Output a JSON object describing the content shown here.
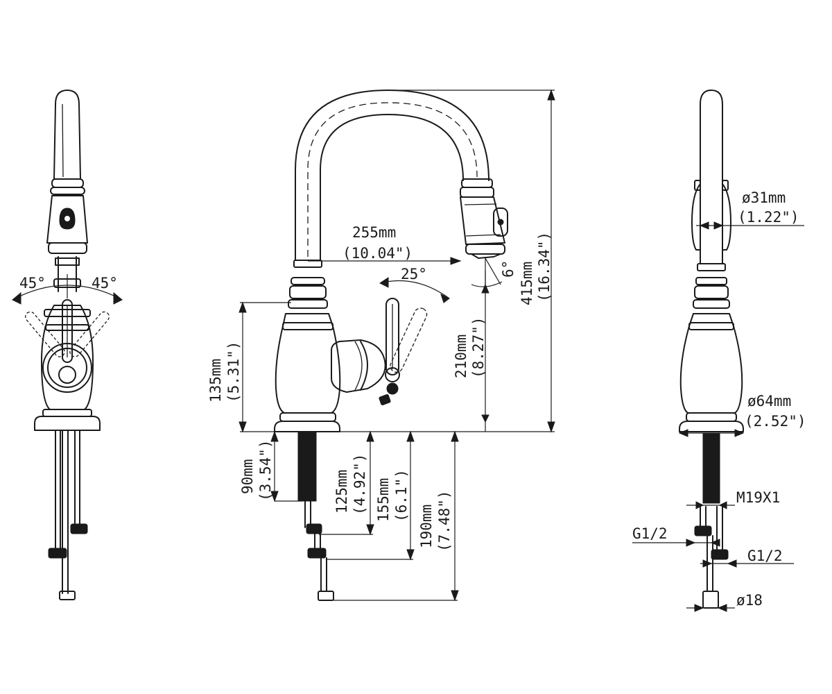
{
  "labels": {
    "left_angle_left": "45°",
    "left_angle_right": "45°",
    "handle_angle": "25°",
    "spout_angle": "6°",
    "reach_mm": "255mm",
    "reach_in": "(10.04\")",
    "height_total_mm": "415mm",
    "height_total_in": "(16.34\")",
    "height_spout_mm": "210mm",
    "height_spout_in": "(8.27\")",
    "body_height_mm": "135mm",
    "body_height_in": "(5.31\")",
    "shank_90_mm": "90mm",
    "shank_90_in": "(3.54\")",
    "shank_125_mm": "125mm",
    "shank_125_in": "(4.92\")",
    "shank_155_mm": "155mm",
    "shank_155_in": "(6.1\")",
    "shank_190_mm": "190mm",
    "shank_190_in": "(7.48\")",
    "diam_neck_mm": "ø31mm",
    "diam_neck_in": "(1.22\")",
    "diam_base_mm": "ø64mm",
    "diam_base_in": "(2.52\")",
    "thread": "M19X1",
    "g_left": "G1/2",
    "g_right": "G1/2",
    "diam_pipe": "ø18"
  }
}
